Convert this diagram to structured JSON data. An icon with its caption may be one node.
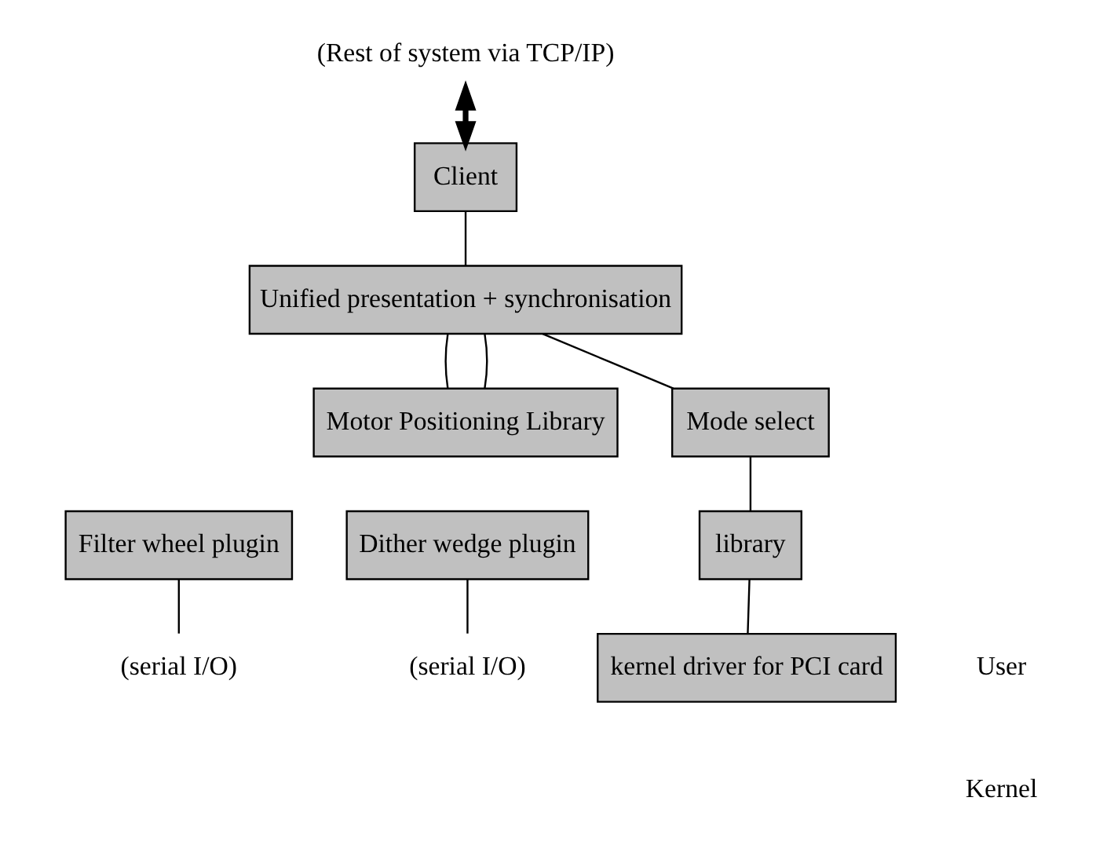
{
  "diagram": {
    "nodes": [
      {
        "text": [
          "(Rest of system via TCP/IP)"
        ]
      },
      {
        "text": [
          "Client"
        ]
      },
      {
        "text": [
          "Unified presentation + synchronisation"
        ]
      },
      {
        "text": [
          "Motor Positioning Library"
        ]
      },
      {
        "text": [
          "Filter wheel plugin"
        ]
      },
      {
        "text": [
          "Dither wedge plugin"
        ]
      },
      {
        "text": [
          "Mode select"
        ]
      },
      {
        "text": [
          "library"
        ]
      },
      {
        "text": [
          "kernel driver for PCI card"
        ]
      },
      {
        "text": [
          "(serial I/O)"
        ]
      },
      {
        "text": [
          "(serial I/O)"
        ]
      }
    ],
    "edges": [
      {
        "from": 0,
        "to": 1,
        "arrow": "both",
        "style": "thick"
      },
      {
        "from": 1,
        "to": 2,
        "arrow": "none"
      },
      {
        "from": 2,
        "to": 3,
        "arrow": "none"
      },
      {
        "from": 2,
        "to": 3,
        "arrow": "none"
      },
      {
        "from": 2,
        "to": 6,
        "arrow": "none"
      },
      {
        "from": 6,
        "to": 7,
        "arrow": "none"
      },
      {
        "from": 7,
        "to": 8,
        "arrow": "none"
      },
      {
        "from": 4,
        "to": 9,
        "arrow": "none"
      },
      {
        "from": 5,
        "to": 10,
        "arrow": "none"
      }
    ],
    "labels": [
      "User",
      "Kernel"
    ]
  }
}
